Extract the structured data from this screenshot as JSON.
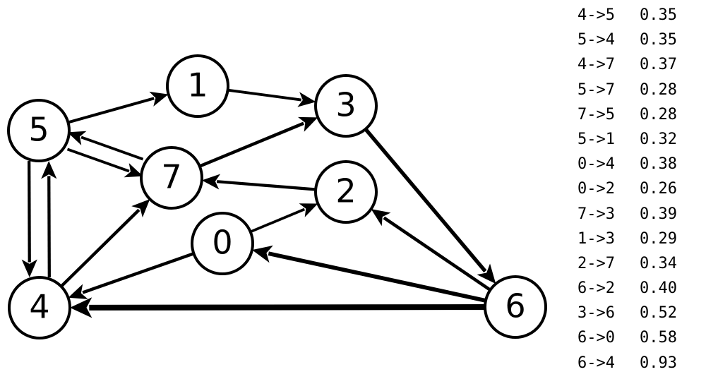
{
  "nodes": [
    {
      "id": "0",
      "label": "0"
    },
    {
      "id": "1",
      "label": "1"
    },
    {
      "id": "2",
      "label": "2"
    },
    {
      "id": "3",
      "label": "3"
    },
    {
      "id": "4",
      "label": "4"
    },
    {
      "id": "5",
      "label": "5"
    },
    {
      "id": "6",
      "label": "6"
    },
    {
      "id": "7",
      "label": "7"
    }
  ],
  "edges": [
    {
      "from": "4",
      "to": "5",
      "label": "4->5",
      "weight": "0.35"
    },
    {
      "from": "5",
      "to": "4",
      "label": "5->4",
      "weight": "0.35"
    },
    {
      "from": "4",
      "to": "7",
      "label": "4->7",
      "weight": "0.37"
    },
    {
      "from": "5",
      "to": "7",
      "label": "5->7",
      "weight": "0.28"
    },
    {
      "from": "7",
      "to": "5",
      "label": "7->5",
      "weight": "0.28"
    },
    {
      "from": "5",
      "to": "1",
      "label": "5->1",
      "weight": "0.32"
    },
    {
      "from": "0",
      "to": "4",
      "label": "0->4",
      "weight": "0.38"
    },
    {
      "from": "0",
      "to": "2",
      "label": "0->2",
      "weight": "0.26"
    },
    {
      "from": "7",
      "to": "3",
      "label": "7->3",
      "weight": "0.39"
    },
    {
      "from": "1",
      "to": "3",
      "label": "1->3",
      "weight": "0.29"
    },
    {
      "from": "2",
      "to": "7",
      "label": "2->7",
      "weight": "0.34"
    },
    {
      "from": "6",
      "to": "2",
      "label": "6->2",
      "weight": "0.40"
    },
    {
      "from": "3",
      "to": "6",
      "label": "3->6",
      "weight": "0.52"
    },
    {
      "from": "6",
      "to": "0",
      "label": "6->0",
      "weight": "0.58"
    },
    {
      "from": "6",
      "to": "4",
      "label": "6->4",
      "weight": "0.93"
    }
  ]
}
